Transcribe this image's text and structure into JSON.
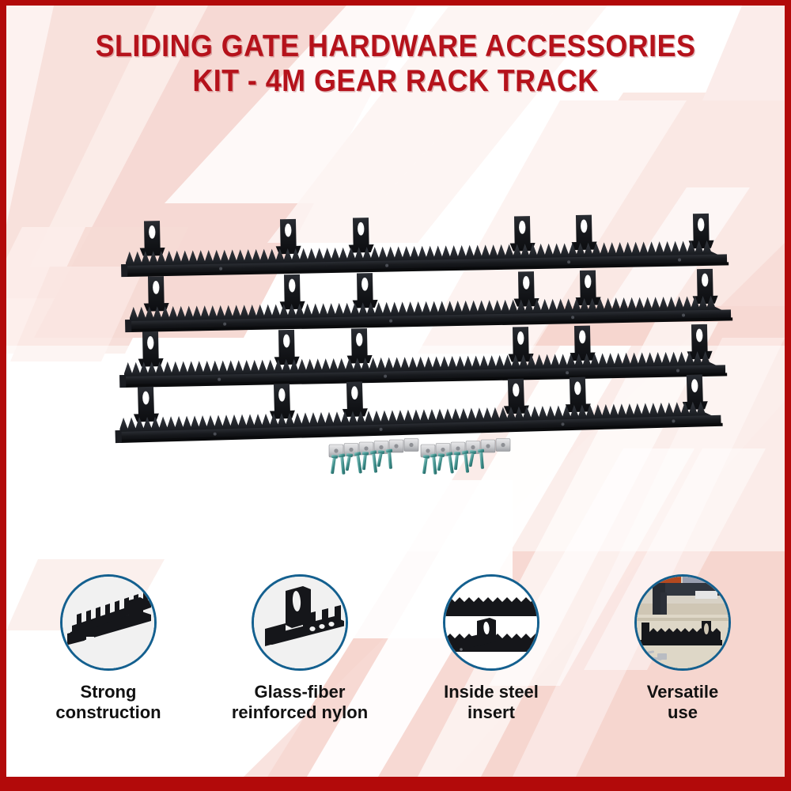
{
  "frame": {
    "border_color": "#b20a0a",
    "background_color": "#ffffff"
  },
  "header": {
    "title_line_1": "SLIDING GATE HARDWARE ACCESSORIES",
    "title_line_2": "KIT - 4M GEAR RACK TRACK",
    "title_color": "#b5121b"
  },
  "hero": {
    "alt": "four black nylon gear rack track sections with mounting brackets",
    "rack_count": 4,
    "brackets_per_rack": 6,
    "hardware_packs": 2,
    "plates_per_pack": 6
  },
  "features": {
    "circle_border_color": "#14608f",
    "items": [
      {
        "icon": "gear-rack-closeup-icon",
        "label": "Strong\nconstruction",
        "line1": "Strong",
        "line2": "construction"
      },
      {
        "icon": "rack-bracket-closeup-icon",
        "label": "Glass-fiber\nreinforced nylon",
        "line1": "Glass-fiber",
        "line2": "reinforced nylon"
      },
      {
        "icon": "steel-insert-icon",
        "label": "Inside steel\ninsert",
        "line1": "Inside steel",
        "line2": "insert"
      },
      {
        "icon": "installed-gate-icon",
        "label": "Versatile\nuse",
        "line1": "Versatile",
        "line2": "use"
      }
    ]
  },
  "colors": {
    "accent_red": "#b20a0a",
    "title_red": "#b5121b",
    "circle_blue": "#14608f",
    "stripe_pink": "#f7d9d3",
    "stripe_pink_light": "#fbeae6",
    "product_black": "#15161a"
  }
}
